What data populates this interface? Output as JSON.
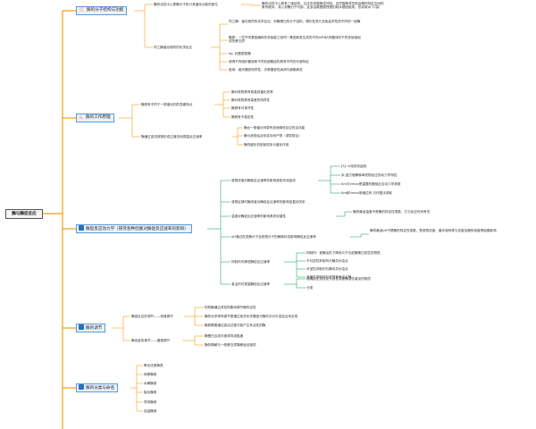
{
  "root": {
    "label": "酶与酶促反应"
  },
  "topics": {
    "t1": {
      "label": "酶的分子结构与功能",
      "icon": "star-icon"
    },
    "t2": {
      "label": "酶的工作原理",
      "icon": "fire-icon"
    },
    "t3": {
      "label": "酶促反应动力学（研究各种因素对酶促反应速率的影响）",
      "icon": "flag-icon"
    },
    "t4": {
      "label": "酶的调节",
      "icon": "flag-icon"
    },
    "t5": {
      "label": "酶的分类与命名",
      "icon": "flag-icon"
    }
  },
  "nodes": {
    "n1a": "酶的活性中心是酶分子执行其催化功能的部位",
    "n1a1": "酶的活性中心具有三维结构，往往形成裂隙或凹陷。这些裂隙或凹陷由酶的特定空间构象所维持，深入到酶分子内部，且多由氨基酸残基的疏水基团组成，形成疏水“口袋”",
    "n1b": "同工酶催化相同的化学反应",
    "n1b1": "同工酶：催化相同的化学反应，但酶蛋白的分子结构，理化性质乃至免疫学性质不同的一组酶",
    "n1b2": "酶原：一些不同基因编码的多肽链之前同一基因转录生成的不同mRNA所翻译的不同多肽链组成的蛋白质",
    "n1b3": "eg. 乳酸脱氢酶",
    "n1b4": "使得不同组织器官和不同亚细胞结构具有不同的代谢特征",
    "n1b5": "医用：组织器官特异性，诊断器官性疾病与细胞病变",
    "n2a": "酶具有不同于一般催化剂的显著特点",
    "n2a1": "酶对底物具有极高的催化效率",
    "n2a2": "酶对底物具有高度的特异性",
    "n2a3": "酶具有可调节性",
    "n2a4": "酶具有不稳定性",
    "n2b": "酶通过促进底物形成过渡态而提高反应速率",
    "n2b1": "酶比一般催化剂更有效地降低反应的活化能",
    "n2b2": "酶与底物结合形成中间产物（诱导契合）",
    "n2b3": "酶的催化机制呈现多元催化作用",
    "n3a": "底物浓度对酶促反应速率的影响呈矩形双曲线",
    "n3a1": "[S]→v矩形双曲线",
    "n3a2": "米-曼方程解释单底物反应的动力学特性",
    "n3a3": "Km与Vmax是重要的酶促反应动力学参数",
    "n3a4": "Km和Vmax常通过林-贝作图法求取",
    "n3b": "底物足够时酶浓度对酶促反应速率的影响呈直线关系",
    "n3c": "温度对酶促反应速率的影响具有双重性",
    "n3c1": "酶的最适温度不是酶的特征性常数，它与反应时间有关",
    "n3d": "pH通过改变酶分子及底物分子的解离状态影响酶促反应速率",
    "n3d1": "酶的最适pH不是酶的特征性常数，受底物浓度、缓冲液种类与浓度及酶的纯度等因素影响",
    "n3e": "抑制剂可降低酶促反应速率",
    "n3e1": "抑制剂：使酶活性下降而又不引起酶蛋白变性的物质",
    "n3e2": "不可逆性抑制剂与酶共价结合",
    "n3e3": "可逆性抑制剂与酶非共价结合",
    "n3e4": "竞争性抑制剂与底物竞争结合酶",
    "n3f": "激活剂可提高酶促反应速率",
    "n3f1": "使酶由无活性变为活性或使酶活性增加的物质",
    "n3f2": "分类",
    "n4a": "酶促反应的调节——快速调节",
    "n4a1": "别构酶通过改变构象而调节酶的活性",
    "n4a2": "酶的化学修饰调节是通过某些化学基团与酶的共价可逆结合来实现",
    "n4a3": "酶原需要通过激活过程才能产生有活性的酶",
    "n4b": "酶含量的调节——缓慢调节",
    "n4b1": "酶蛋白合成可被诱导或阻遏",
    "n4b2": "酶的降解与一般蛋白质降解途径相同",
    "n5a": "氧化还原酶类",
    "n5b": "转移酶类",
    "n5c": "水解酶类",
    "n5d": "裂合酶类",
    "n5e": "异构酶类",
    "n5f": "连接酶类"
  },
  "colors": {
    "trunk": "#f39c12",
    "branch": "#27ae60",
    "topic_border": "#5b9bd5",
    "topic_fill": "#e8f2fb"
  }
}
